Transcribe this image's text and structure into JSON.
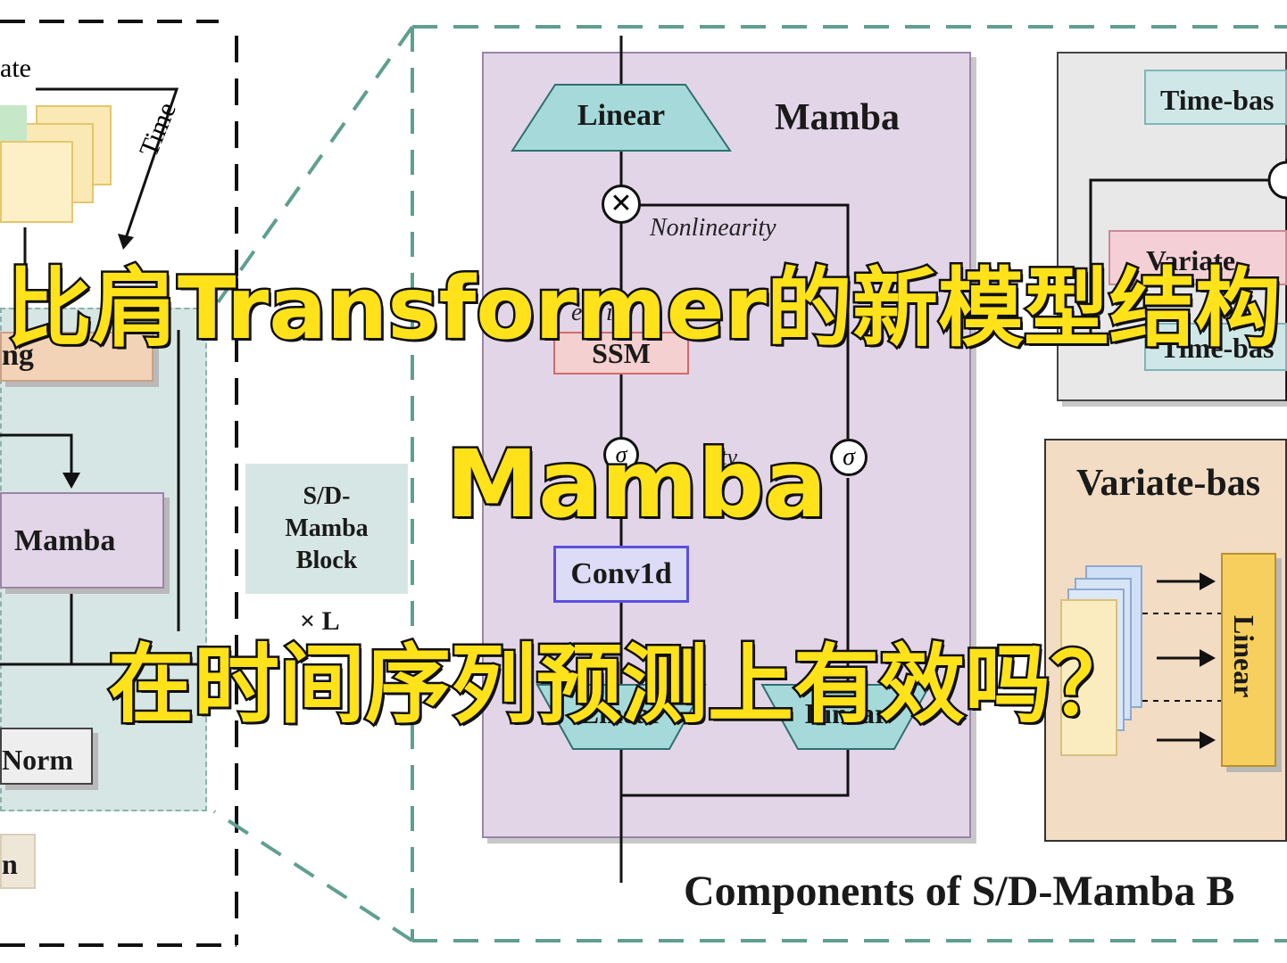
{
  "left_panel": {
    "variate_label": "ate",
    "time_label": "Time",
    "embedding_label": "ng",
    "mamba_label": "Mamba",
    "norm_label": "Norm",
    "bottom_label": "n",
    "block_label_lines": [
      "S/D-",
      "Mamba",
      "Block"
    ],
    "repeat_label": "× L"
  },
  "mamba_block": {
    "title": "Mamba",
    "linear_top": "Linear",
    "nonlinearity": "Nonlinearity",
    "selective_partial": "e  c  i",
    "ssm": "SSM",
    "sigma": "σ",
    "nonlinearity_partial": "ity",
    "conv1d": "Conv1d",
    "linear_bottom_left": "Linear",
    "linear_bottom_right": "Linear"
  },
  "right_panel": {
    "time_based_top": "Time-bas",
    "variate_partial": "Variate",
    "time_based_bottom": "Time-bas",
    "variate_based_title": "Variate-bas",
    "linear_vertical": "Linear"
  },
  "caption": "Components of S/D-Mamba B",
  "overlay": {
    "line1": "比肩Transformer的新模型结构",
    "line2": "Mamba",
    "line3": "在时间序列预测上有效吗？"
  },
  "colors": {
    "mamba_block_bg": "#e3d5e8",
    "teal_panel": "#d6e6e4",
    "linear_trap": "#a6dada",
    "ssm_fill": "#f4d0d0",
    "conv_fill": "#dcdcf6",
    "variate_panel": "#f3dcc4",
    "overlay_text": "#ffe21a"
  }
}
